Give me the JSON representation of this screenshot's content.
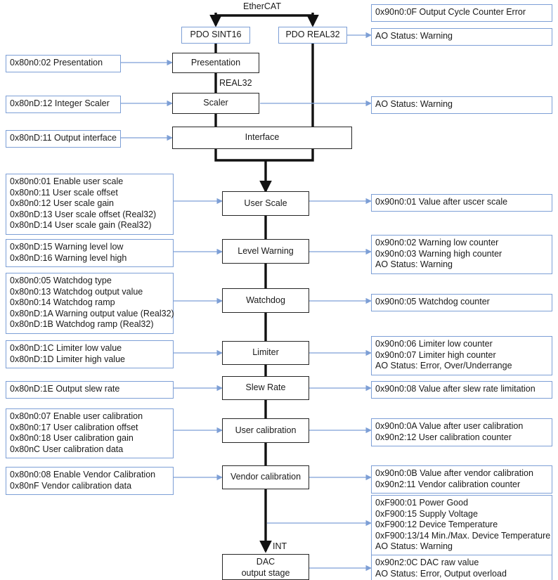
{
  "colors": {
    "blue_border": "#7d9fd6",
    "blue_wire": "#7d9fd6",
    "black_wire": "#1a1a1a",
    "block_border": "#262626",
    "text": "#1a1a1a",
    "background": "#ffffff"
  },
  "bus": {
    "label": "EtherCAT"
  },
  "pdo": {
    "sint16": "PDO SINT16",
    "real32": "PDO REAL32"
  },
  "wire_labels": {
    "real32": "REAL32",
    "int": "INT"
  },
  "pipeline": [
    {
      "id": "presentation",
      "label": "Presentation"
    },
    {
      "id": "scaler",
      "label": "Scaler"
    },
    {
      "id": "interface",
      "label": "Interface"
    },
    {
      "id": "user-scale",
      "label": "User Scale"
    },
    {
      "id": "level-warning",
      "label": "Level Warning"
    },
    {
      "id": "watchdog",
      "label": "Watchdog"
    },
    {
      "id": "limiter",
      "label": "Limiter"
    },
    {
      "id": "slew-rate",
      "label": "Slew Rate"
    },
    {
      "id": "user-calibration",
      "label": "User calibration"
    },
    {
      "id": "vendor-calibration",
      "label": "Vendor calibration"
    },
    {
      "id": "dac",
      "label": "DAC\noutput stage"
    }
  ],
  "parameters": [
    {
      "id": "presentation-params",
      "text": "0x80n0:02 Presentation"
    },
    {
      "id": "integer-scaler-params",
      "text": "0x80nD:12 Integer Scaler"
    },
    {
      "id": "output-interface-params",
      "text": "0x80nD:11 Output interface"
    },
    {
      "id": "user-scale-params",
      "text": "0x80n0:01 Enable user scale\n0x80n0:11 User scale offset\n0x80n0:12 User scale gain\n0x80nD:13 User scale offset (Real32)\n0x80nD:14 User scale gain (Real32)"
    },
    {
      "id": "level-warning-params",
      "text": "0x80nD:15 Warning level low\n0x80nD:16 Warning level high"
    },
    {
      "id": "watchdog-params",
      "text": "0x80n0:05 Watchdog type\n0x80n0:13 Watchdog output value\n0x80n0:14 Watchdog ramp\n0x80nD:1A Warning output value (Real32)\n0x80nD:1B Watchdog ramp (Real32)"
    },
    {
      "id": "limiter-params",
      "text": "0x80nD:1C Limiter low value\n0x80nD:1D Limiter high value"
    },
    {
      "id": "slew-rate-params",
      "text": "0x80nD:1E Output slew rate"
    },
    {
      "id": "user-calibration-params",
      "text": "0x80n0:07 Enable user calibration\n0x80n0:17 User calibration offset\n0x80n0:18 User calibration gain\n0x80nC User calibration data"
    },
    {
      "id": "vendor-calibration-params",
      "text": "0x80n0:08 Enable Vendor Calibration\n0x80nF Vendor calibration data"
    }
  ],
  "status": [
    {
      "id": "output-cycle-counter-error",
      "text": "0x90n0:0F Output Cycle Counter Error"
    },
    {
      "id": "pdo-real32-status",
      "text": "AO Status: Warning"
    },
    {
      "id": "scaler-status",
      "text": "AO Status: Warning"
    },
    {
      "id": "user-scale-status",
      "text": "0x90n0:01 Value after uscer scale"
    },
    {
      "id": "level-warning-status",
      "text": "0x90n0:02 Warning low counter\n0x90n0:03 Warning high counter\nAO Status: Warning"
    },
    {
      "id": "watchdog-status",
      "text": "0x90n0:05 Watchdog counter"
    },
    {
      "id": "limiter-status",
      "text": "0x90n0:06 Limiter low counter\n0x90n0:07 Limiter high counter\nAO Status: Error, Over/Underrange"
    },
    {
      "id": "slew-rate-status",
      "text": "0x90n0:08 Value after slew rate limitation"
    },
    {
      "id": "user-calibration-status",
      "text": "0x90n0:0A Value after user calibration\n0x90n2:12 User calibration counter"
    },
    {
      "id": "vendor-calibration-status",
      "text": "0x90n0:0B Value after vendor calibration\n0x90n2:11 Vendor calibration counter"
    },
    {
      "id": "device-status",
      "text": "0xF900:01 Power Good\n0xF900:15 Supply Voltage\n0xF900:12 Device Temperature\n0xF900:13/14 Min./Max. Device Temperature\nAO Status: Warning"
    },
    {
      "id": "dac-status",
      "text": "0x90n2:0C DAC raw value\nAO Status: Error, Output overload"
    }
  ]
}
